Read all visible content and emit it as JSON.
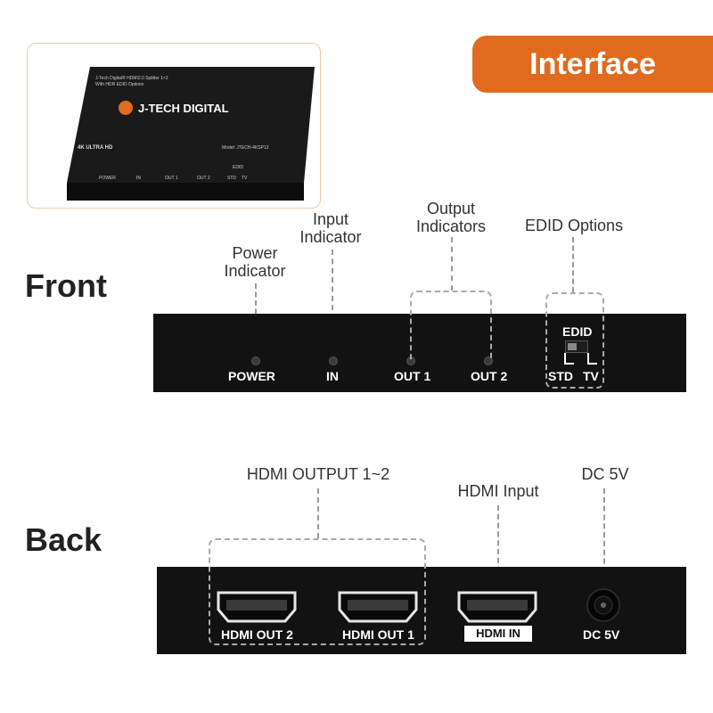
{
  "badge": "Interface",
  "thumbnail": {
    "brand": "J-TECH DIGITAL",
    "line1": "J-Tech Digital® HDMI2.0 Splitter 1×2",
    "line2": "With HDR EDID Options",
    "logo4k": "4K ULTRA HD",
    "model": "Model: JTECH-4KSP12",
    "labels": [
      "POWER",
      "IN",
      "OUT 1",
      "OUT 2",
      "EDID",
      "STD",
      "TV"
    ]
  },
  "front": {
    "title": "Front",
    "callouts": {
      "power": "Power Indicator",
      "input": "Input Indicator",
      "output": "Output Indicators",
      "edid": "EDID Options"
    },
    "panel": {
      "power": "POWER",
      "in": "IN",
      "out1": "OUT 1",
      "out2": "OUT 2",
      "edid": "EDID",
      "std": "STD",
      "tv": "TV"
    }
  },
  "back": {
    "title": "Back",
    "callouts": {
      "hdmi_output": "HDMI OUTPUT 1~2",
      "hdmi_input": "HDMI Input",
      "dc": "DC 5V"
    },
    "panel": {
      "out2": "HDMI OUT 2",
      "out1": "HDMI OUT 1",
      "in": "HDMI IN",
      "dc": "DC 5V"
    }
  },
  "colors": {
    "accent": "#e06b1f",
    "device": "#121212",
    "leader": "#9a9a9a"
  }
}
